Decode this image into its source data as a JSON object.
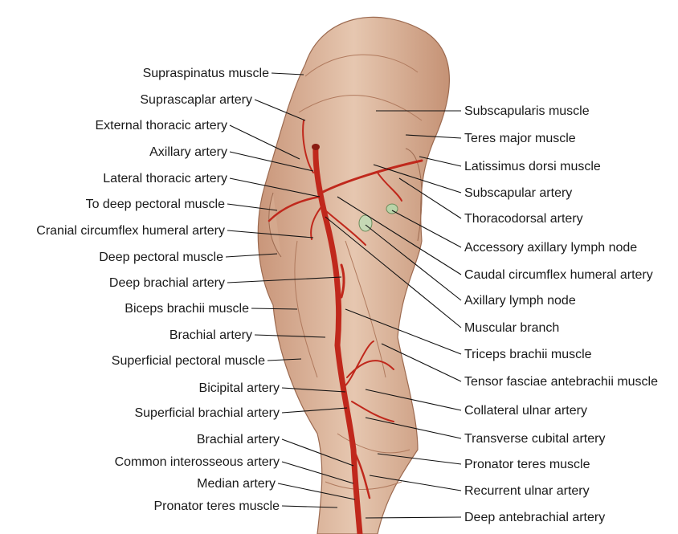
{
  "left_labels": [
    "Supraspinatus muscle",
    "Suprascaplar artery",
    "External thoracic artery",
    "Axillary artery",
    "Lateral thoracic artery",
    "To deep pectoral muscle",
    "Cranial circumflex humeral artery",
    "Deep pectoral muscle",
    "Deep brachial artery",
    "Biceps brachii muscle",
    "Brachial artery",
    "Superficial pectoral muscle",
    "Bicipital artery",
    "Superficial brachial artery",
    "Brachial artery",
    "Common interosseous artery",
    "Median artery",
    "Pronator teres muscle"
  ],
  "right_labels": [
    "Subscapularis muscle",
    "Teres major muscle",
    "Latissimus dorsi muscle",
    "Subscapular artery",
    "Thoracodorsal artery",
    "Accessory axillary lymph node",
    "Caudal circumflex humeral artery",
    "Axillary lymph node",
    "Muscular branch",
    "Triceps brachii muscle",
    "Tensor fasciae antebrachii muscle",
    "Collateral ulnar artery",
    "Transverse cubital artery",
    "Pronator teres muscle",
    "Recurrent ulnar artery",
    "Deep antebrachial artery"
  ],
  "colors": {
    "muscle": "#d9b49a",
    "muscle_dark": "#b98467",
    "artery": "#c0281c",
    "lymph": "#b9d3a8"
  }
}
